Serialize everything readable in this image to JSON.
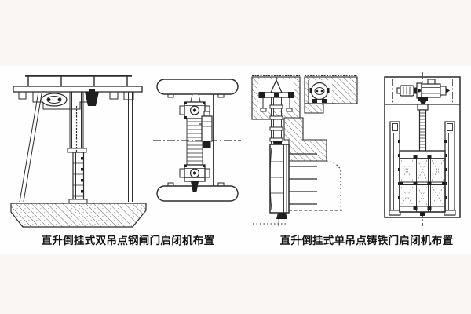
{
  "page": {
    "background_color": "#faf6f4",
    "canvas_color": "#fefefe",
    "line_color": "#2b2b2b",
    "text_color": "#141414"
  },
  "figures": [
    {
      "caption": "直升倒挂式双吊点钢闸门启闭机布置",
      "views": [
        {
          "name": "side-elevation-of-double-hoist-point-steel-gate-hoist"
        },
        {
          "name": "plan-view-of-double-hoist-point-arrangement"
        }
      ]
    },
    {
      "caption": "直升倒挂式单吊点铸铁门启闭机布置",
      "views": [
        {
          "name": "section-view-of-single-hoist-point-cast-iron-gate-hoist"
        },
        {
          "name": "front-view-of-cast-iron-gate"
        }
      ]
    }
  ]
}
